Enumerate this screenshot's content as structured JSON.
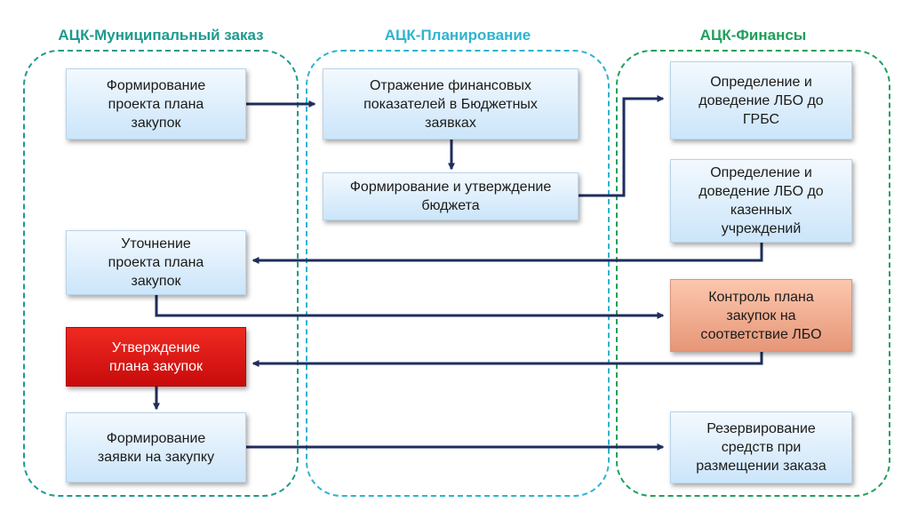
{
  "lanes": {
    "municipal": {
      "title": "АЦК-Муниципальный заказ",
      "color": "#1d9a8f"
    },
    "planning": {
      "title": "АЦК-Планирование",
      "color": "#2fb3d0"
    },
    "finance": {
      "title": "АЦК-Финансы",
      "color": "#1fa05a"
    }
  },
  "boxes": {
    "form_plan": "Формирование проекта плана закупок",
    "refine_plan": "Уточнение проекта плана закупок",
    "approve_plan": "Утверждение плана закупок",
    "form_request": "Формирование заявки на закупку",
    "fin_indicators": "Отражение финансовых показателей в  Бюджетных заявках",
    "budget": "Формирование и утверждение бюджета",
    "lbo_grbs": "Определение и доведение ЛБО до ГРБС",
    "lbo_institutions": "Определение и доведение ЛБО до казенных учреждений",
    "control_plan": "Контроль плана закупок на соответствие ЛБО",
    "reserve": "Резервирование средств при размещении заказа"
  },
  "colors": {
    "arrow": "#1f2d5c",
    "box_default": "#cbe5fa",
    "box_highlight": "#d81414",
    "box_control": "#f0aa8c"
  }
}
